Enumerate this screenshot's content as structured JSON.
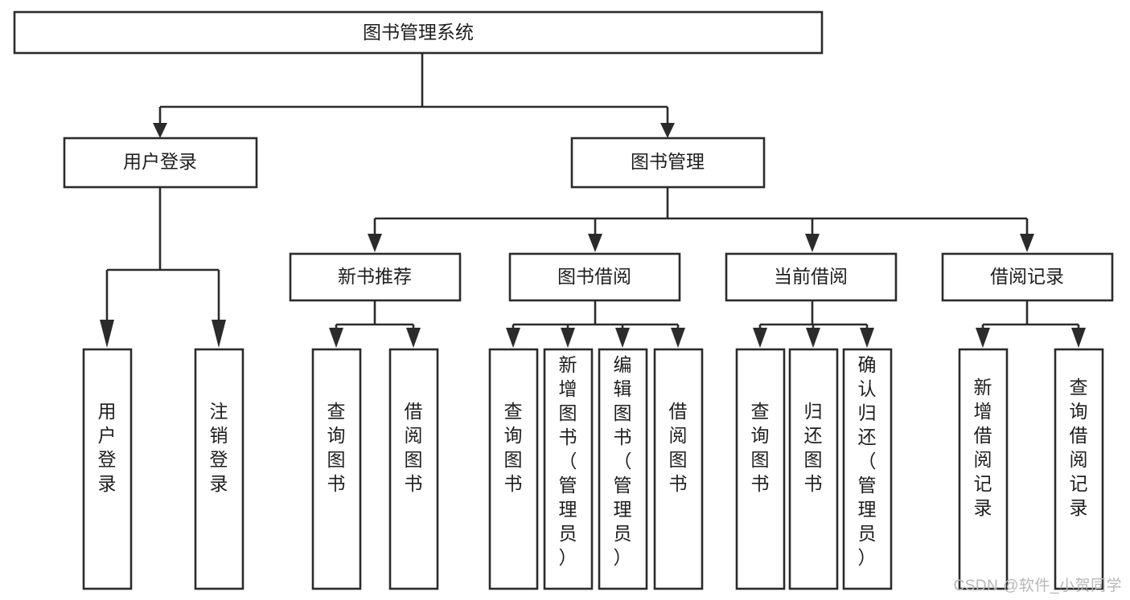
{
  "diagram": {
    "type": "tree-hierarchy",
    "title": "图书管理系统",
    "watermark": "CSDN @软件_小贺同学",
    "colors": {
      "background": "#ffffff",
      "node_fill": "#ffffff",
      "node_stroke": "#2b2b2b",
      "edge": "#2b2b2b",
      "text": "#1e1e1e",
      "watermark": "#b7b7b7"
    },
    "nodes": {
      "root": {
        "label": "图书管理系统",
        "orientation": "horizontal",
        "level": 0
      },
      "level1": [
        {
          "id": "user-login",
          "label": "用户登录",
          "orientation": "horizontal"
        },
        {
          "id": "book-manage",
          "label": "图书管理",
          "orientation": "horizontal"
        }
      ],
      "level2": [
        {
          "id": "new-book-recommend",
          "label": "新书推荐",
          "orientation": "horizontal",
          "parent": "book-manage"
        },
        {
          "id": "book-borrow",
          "label": "图书借阅",
          "orientation": "horizontal",
          "parent": "book-manage"
        },
        {
          "id": "current-borrow",
          "label": "当前借阅",
          "orientation": "horizontal",
          "parent": "book-manage"
        },
        {
          "id": "borrow-record",
          "label": "借阅记录",
          "orientation": "horizontal",
          "parent": "book-manage"
        }
      ],
      "leaves": [
        {
          "id": "leaf-user-login",
          "label": "用户登录",
          "orientation": "vertical",
          "parent": "user-login"
        },
        {
          "id": "leaf-user-logout",
          "label": "注销登录",
          "orientation": "vertical",
          "parent": "user-login"
        },
        {
          "id": "leaf-query-book-1",
          "label": "查询图书",
          "orientation": "vertical",
          "parent": "new-book-recommend"
        },
        {
          "id": "leaf-borrow-book-1",
          "label": "借阅图书",
          "orientation": "vertical",
          "parent": "new-book-recommend"
        },
        {
          "id": "leaf-query-book-2",
          "label": "查询图书",
          "orientation": "vertical",
          "parent": "book-borrow"
        },
        {
          "id": "leaf-add-book",
          "label": "新增图书（管理员）",
          "orientation": "vertical",
          "parent": "book-borrow"
        },
        {
          "id": "leaf-edit-book",
          "label": "编辑图书（管理员）",
          "orientation": "vertical",
          "parent": "book-borrow"
        },
        {
          "id": "leaf-borrow-book-2",
          "label": "借阅图书",
          "orientation": "vertical",
          "parent": "book-borrow"
        },
        {
          "id": "leaf-query-book-3",
          "label": "查询图书",
          "orientation": "vertical",
          "parent": "current-borrow"
        },
        {
          "id": "leaf-return-book",
          "label": "归还图书",
          "orientation": "vertical",
          "parent": "current-borrow"
        },
        {
          "id": "leaf-confirm-return",
          "label": "确认归还（管理员）",
          "orientation": "vertical",
          "parent": "current-borrow"
        },
        {
          "id": "leaf-add-record",
          "label": "新增借阅记录",
          "orientation": "vertical",
          "parent": "borrow-record"
        },
        {
          "id": "leaf-query-record",
          "label": "查询借阅记录",
          "orientation": "vertical",
          "parent": "borrow-record"
        }
      ]
    }
  }
}
